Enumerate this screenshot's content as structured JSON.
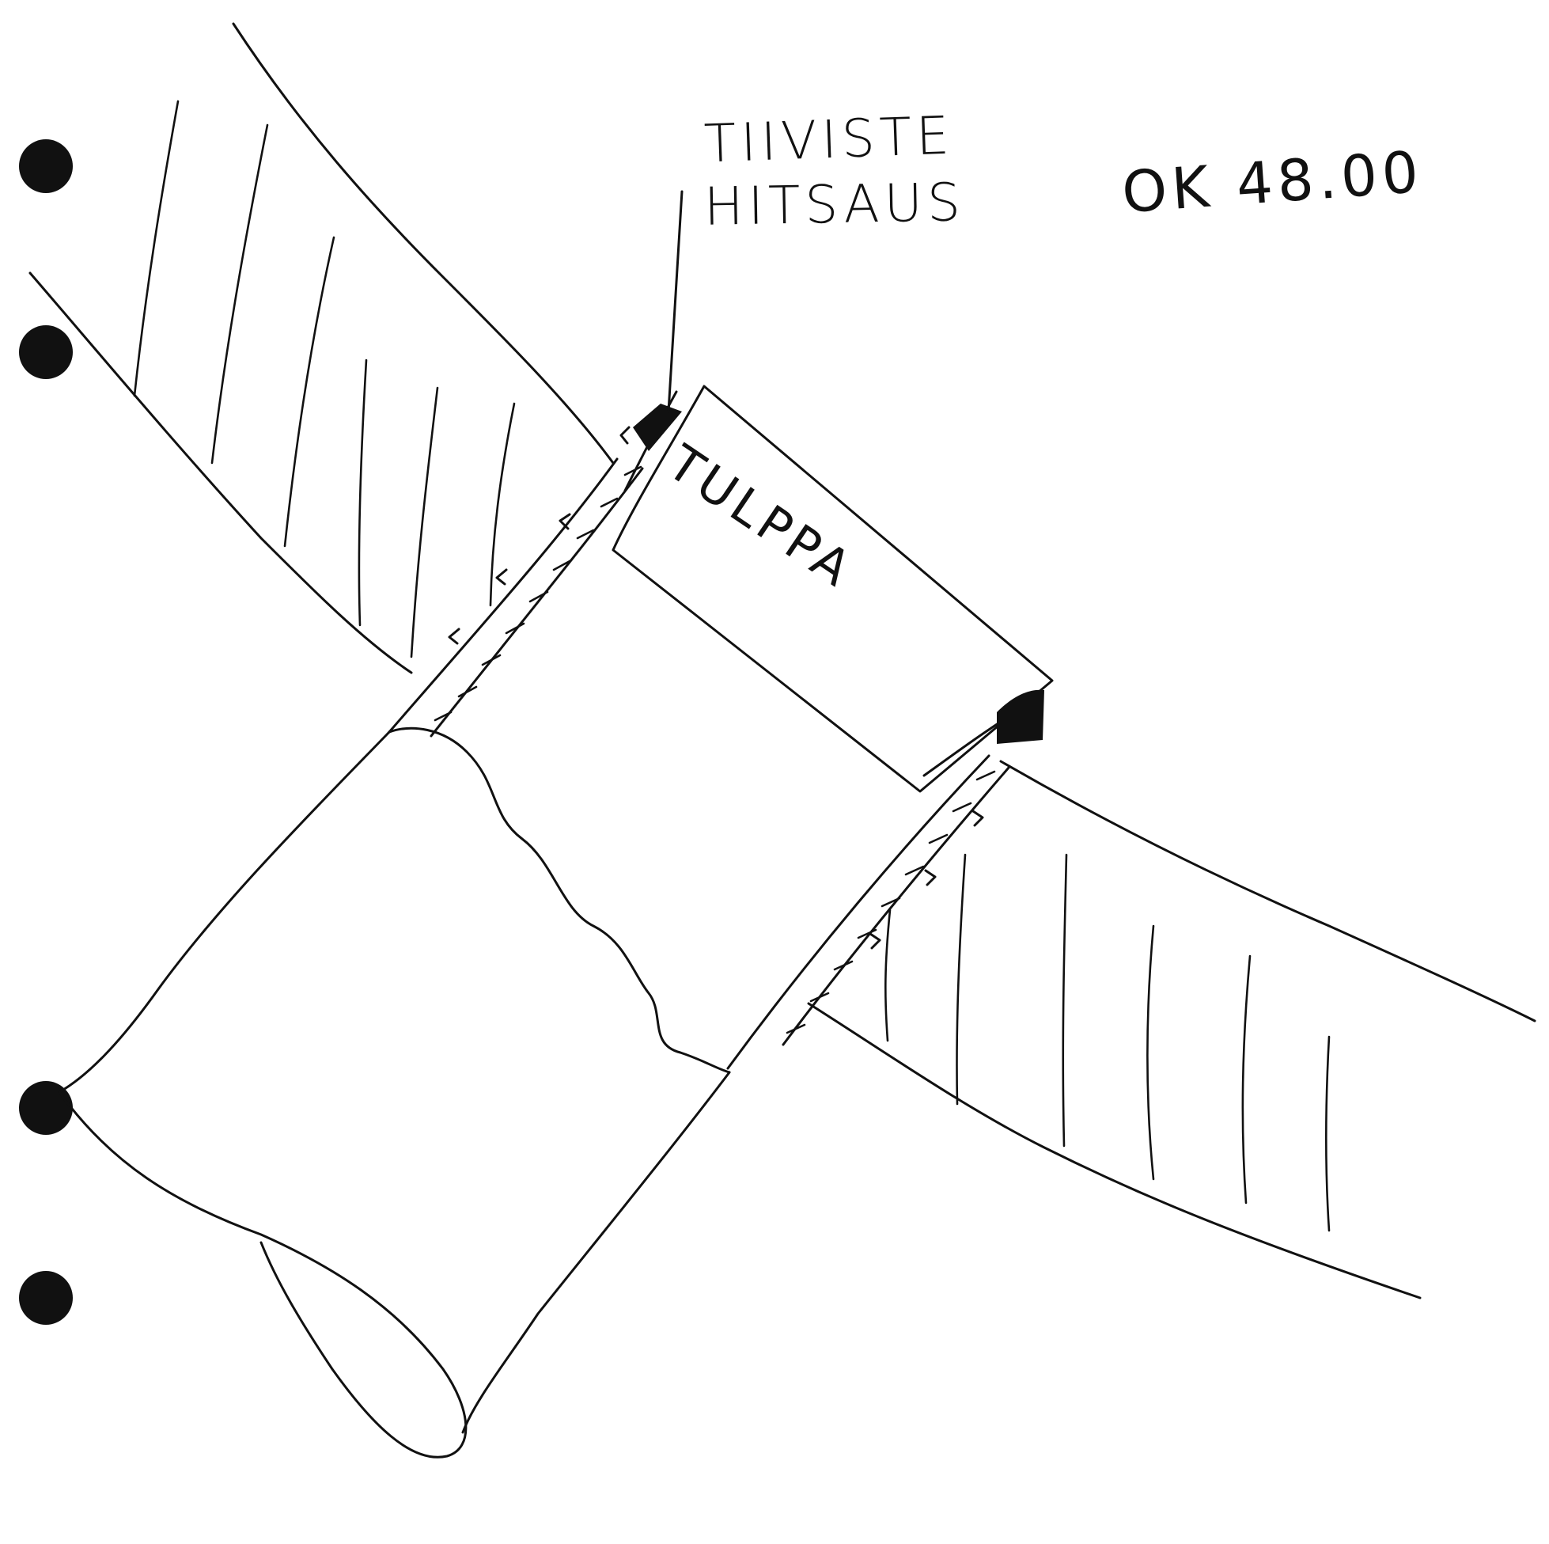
{
  "callout": {
    "line1": "TIIVISTE",
    "line2": "HITSAUS"
  },
  "status": "OK 48.00",
  "plug_label": "TULPPA",
  "colors": {
    "ink": "#111111",
    "paper": "#ffffff"
  }
}
